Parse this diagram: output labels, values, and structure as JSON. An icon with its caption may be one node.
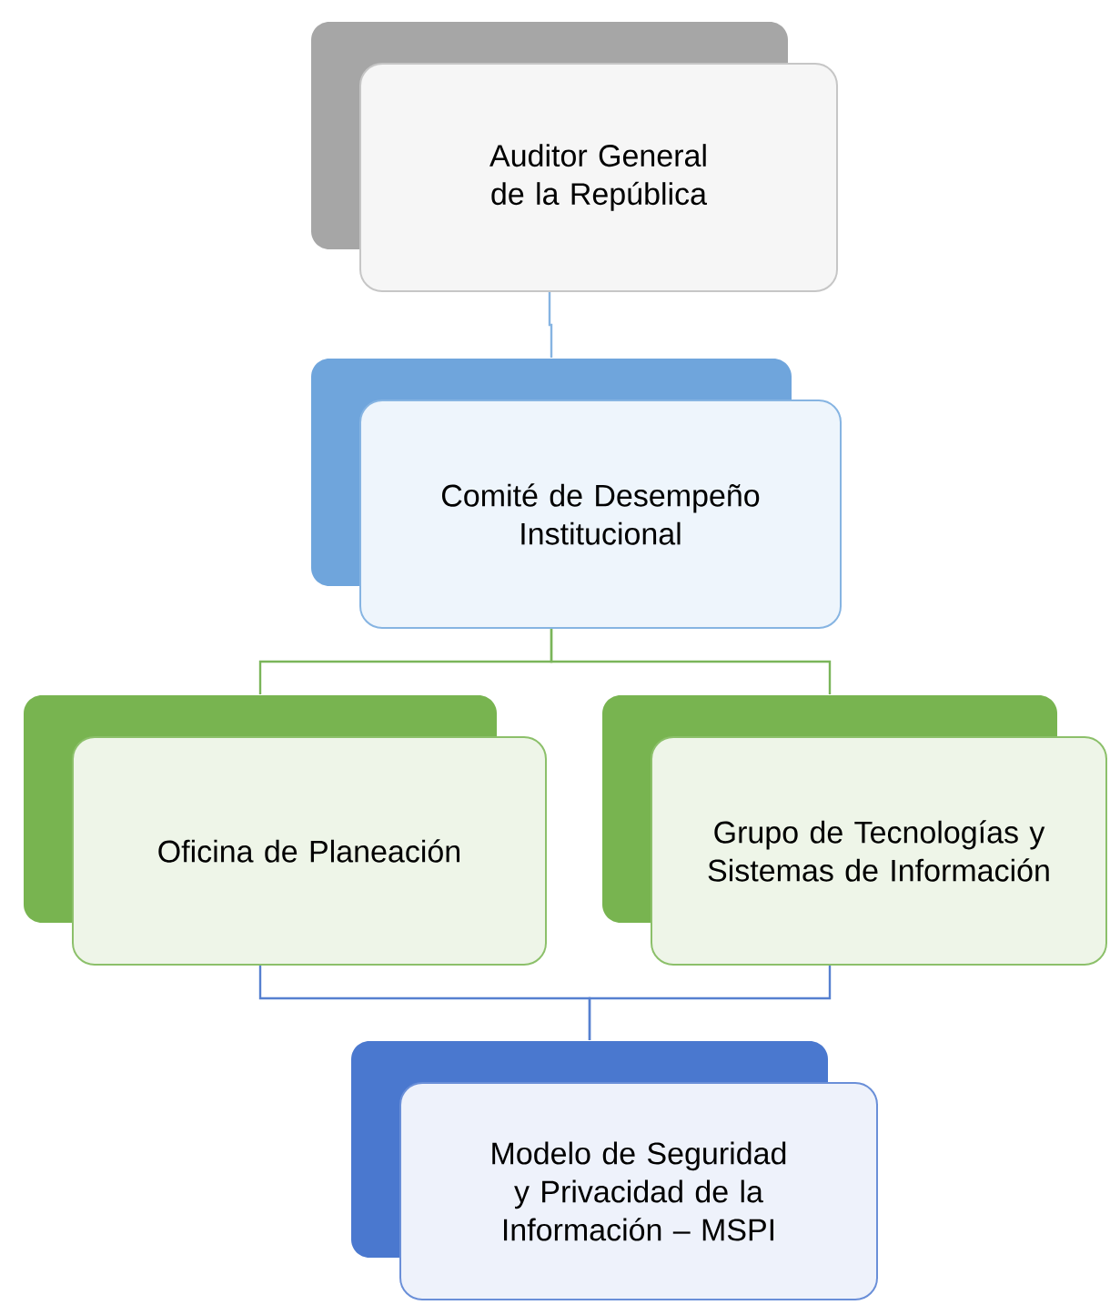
{
  "diagram": {
    "nodes": [
      {
        "text": [
          "Auditor General de la República"
        ]
      },
      {
        "text": [
          "Comité de Desempeño Institucional"
        ]
      },
      {
        "text": [
          "Oficina de Planeación"
        ]
      },
      {
        "text": [
          "Grupo de Tecnologías y Sistemas de Información"
        ]
      },
      {
        "text": [
          "Modelo de Seguridad y Privacidad de la Información – MSPI"
        ]
      }
    ],
    "edges": [
      {
        "from": 0,
        "to": 1,
        "arrow": "none",
        "color": "#86b4e2"
      },
      {
        "from": 1,
        "to": 2,
        "arrow": "none",
        "color": "#7ab55a"
      },
      {
        "from": 1,
        "to": 3,
        "arrow": "none",
        "color": "#7ab55a"
      },
      {
        "from": 2,
        "to": 4,
        "arrow": "none",
        "color": "#5680d0"
      },
      {
        "from": 3,
        "to": 4,
        "arrow": "none",
        "color": "#5680d0"
      }
    ]
  }
}
